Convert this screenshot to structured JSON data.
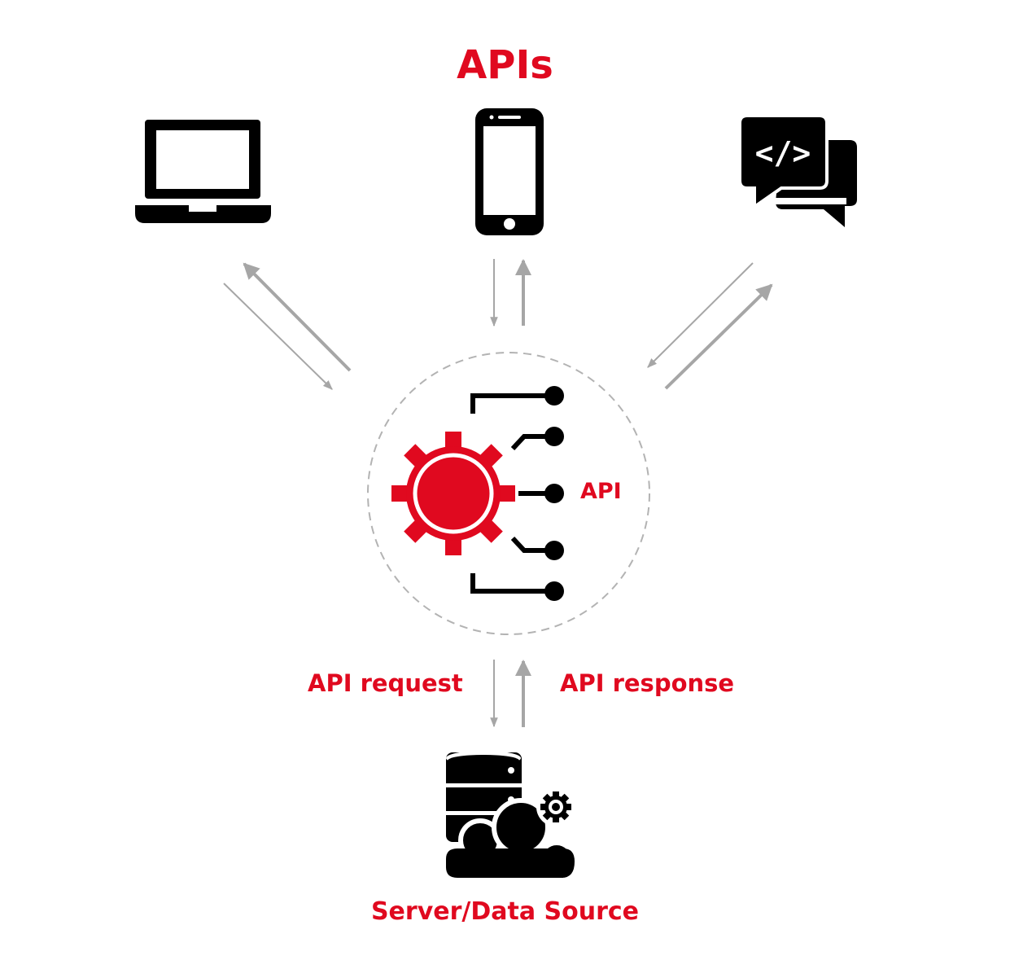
{
  "title": "APIs",
  "center_label": "API",
  "request_label": "API request",
  "response_label": "API response",
  "server_label": "Server/Data Source",
  "code_glyph": "</>",
  "colors": {
    "accent": "#e0091f",
    "icon": "#000000",
    "arrow": "#a6a6a6",
    "dashed_circle": "#b3b3b3"
  },
  "icons": {
    "clients": [
      "laptop-icon",
      "smartphone-icon",
      "code-chat-icon"
    ],
    "center": "api-gear-icon",
    "server": "database-cloud-icon"
  }
}
